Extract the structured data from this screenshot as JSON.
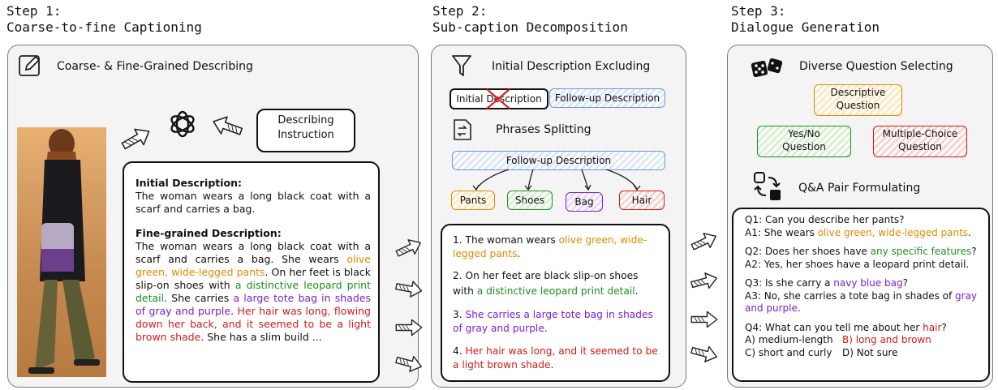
{
  "steps": [
    {
      "label": "Step 1:",
      "title": "Coarse-to-fine Captioning"
    },
    {
      "label": "Step 2:",
      "title": "Sub-caption Decomposition"
    },
    {
      "label": "Step 3:",
      "title": "Dialogue Generation"
    }
  ],
  "panel1": {
    "header": "Coarse- & Fine-Grained Describing",
    "instruction": [
      "Describing",
      "Instruction"
    ],
    "initial_title": "Initial Description:",
    "initial_text": "The woman wears a long black coat with a scarf and carries a bag.",
    "fine_title": "Fine-grained Description:",
    "fine_parts": [
      {
        "t": "The woman wears a long black coat with a scarf and carries a bag. She wears ",
        "c": ""
      },
      {
        "t": "olive green, wide-legged pants",
        "c": "or"
      },
      {
        "t": ". On her feet is black slip-on shoes with ",
        "c": ""
      },
      {
        "t": "a distinctive leopard print detail",
        "c": "gr"
      },
      {
        "t": ". She carries ",
        "c": ""
      },
      {
        "t": "a large tote bag in shades of gray and purple",
        "c": "pu"
      },
      {
        "t": ". ",
        "c": ""
      },
      {
        "t": "Her hair was long, flowing down her back, and it seemed to be a light brown shade",
        "c": "rd"
      },
      {
        "t": ". She has a slim build ...",
        "c": ""
      }
    ]
  },
  "panel2": {
    "header1": "Initial Description Excluding",
    "initial_tag": "Initial Description",
    "followup_tag": "Follow-up Description",
    "header2": "Phrases Splitting",
    "split_root": "Follow-up Description",
    "leaves": [
      "Pants",
      "Shoes",
      "Bag",
      "Hair"
    ],
    "items": [
      [
        {
          "t": "1. The woman wears ",
          "c": ""
        },
        {
          "t": "olive green, wide-legged pants",
          "c": "or"
        },
        {
          "t": ".",
          "c": ""
        }
      ],
      [
        {
          "t": "2. On her feet are black slip-on shoes with ",
          "c": ""
        },
        {
          "t": "a distinctive leopard print detail",
          "c": "gr"
        },
        {
          "t": ".",
          "c": ""
        }
      ],
      [
        {
          "t": "3. ",
          "c": ""
        },
        {
          "t": "She carries a large tote bag in shades of gray and purple",
          "c": "pu"
        },
        {
          "t": ".",
          "c": ""
        }
      ],
      [
        {
          "t": "4. ",
          "c": ""
        },
        {
          "t": "Her hair was long, and it seemed to be a light brown shade",
          "c": "rd"
        },
        {
          "t": ".",
          "c": ""
        }
      ]
    ]
  },
  "panel3": {
    "header1": "Diverse Question Selecting",
    "q_desc": [
      "Descriptive",
      "Question"
    ],
    "q_yesno": [
      "Yes/No",
      "Question"
    ],
    "q_mc": [
      "Multiple-Choice",
      "Question"
    ],
    "header2": "Q&A Pair Formulating",
    "qa": [
      {
        "q": [
          {
            "t": "Q1: Can you describe her pants?",
            "c": ""
          }
        ],
        "a": [
          {
            "t": "A1: She wears ",
            "c": ""
          },
          {
            "t": "olive green, wide-legged pants",
            "c": "or"
          },
          {
            "t": ".",
            "c": ""
          }
        ]
      },
      {
        "q": [
          {
            "t": "Q2: Does her shoes have ",
            "c": ""
          },
          {
            "t": "any specific features",
            "c": "gr"
          },
          {
            "t": "?",
            "c": ""
          }
        ],
        "a": [
          {
            "t": "A2: Yes, her shoes have a leopard print detail.",
            "c": ""
          }
        ]
      },
      {
        "q": [
          {
            "t": "Q3: Is she carry a ",
            "c": ""
          },
          {
            "t": "navy blue bag",
            "c": "pu"
          },
          {
            "t": "?",
            "c": ""
          }
        ],
        "a": [
          {
            "t": "A3: No, she carries a tote bag in shades of ",
            "c": ""
          },
          {
            "t": "gray and purple",
            "c": "pu"
          },
          {
            "t": ".",
            "c": ""
          }
        ]
      },
      {
        "q": [
          {
            "t": "Q4: What can you tell me about her ",
            "c": ""
          },
          {
            "t": "hair",
            "c": "rd"
          },
          {
            "t": "?",
            "c": ""
          }
        ],
        "a": []
      }
    ],
    "options": [
      [
        {
          "t": "A) medium-length",
          "c": ""
        },
        {
          "t": "B) long and brown",
          "c": "rd"
        }
      ],
      [
        {
          "t": "C) short and curly",
          "c": ""
        },
        {
          "t": "D) Not sure",
          "c": ""
        }
      ]
    ]
  },
  "colors": {
    "or": "#e08a00",
    "gr": "#1f8f1f",
    "pu": "#7a1fd1",
    "rd": "#d21a1a",
    "blue": "#6e95d6"
  },
  "icons": [
    "edit-icon",
    "openai-logo-icon",
    "filter-icon",
    "split-icon",
    "dice-icon",
    "cycle-icon",
    "arrow-icon"
  ]
}
